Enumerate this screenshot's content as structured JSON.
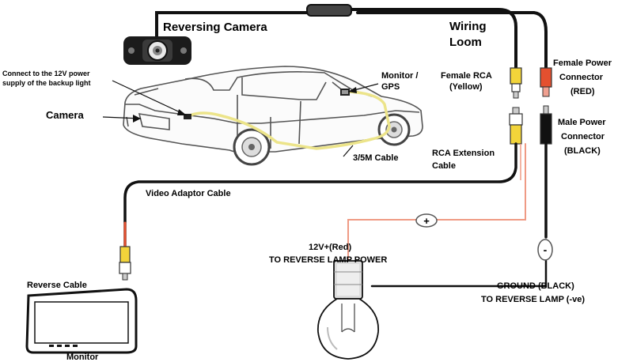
{
  "labels": {
    "reversing_camera": "Reversing Camera",
    "wiring_loom_1": "Wiring",
    "wiring_loom_2": "Loom",
    "connect_12v_1": "Connect to the 12V power",
    "connect_12v_2": "supply of the backup light",
    "camera": "Camera",
    "monitor_gps_1": "Monitor /",
    "monitor_gps_2": "GPS",
    "female_rca_1": "Female RCA",
    "female_rca_2": "(Yellow)",
    "female_power_1": "Female Power",
    "female_power_2": "Connector",
    "female_power_3": "(RED)",
    "male_power_1": "Male Power",
    "male_power_2": "Connector",
    "male_power_3": "(BLACK)",
    "cable_35m": "3/5M Cable",
    "rca_extension_1": "RCA Extension",
    "rca_extension_2": "Cable",
    "video_adaptor": "Video Adaptor Cable",
    "plus_sign": "+",
    "minus_sign": "-",
    "twelve_v_1": "12V+(Red)",
    "twelve_v_2": "TO REVERSE LAMP POWER",
    "reverse_cable": "Reverse Cable",
    "ground_1": "GROUND (BLACK)",
    "ground_2": "TO REVERSE LAMP (-ve)",
    "monitor": "Monitor"
  },
  "colors": {
    "cable_black": "#111111",
    "wire_red": "#e4502f",
    "wire_thin_red": "#ef9a84",
    "rca_yellow": "#f2d43a",
    "loom_yellow": "#ece48a",
    "car_outline": "#555555"
  }
}
